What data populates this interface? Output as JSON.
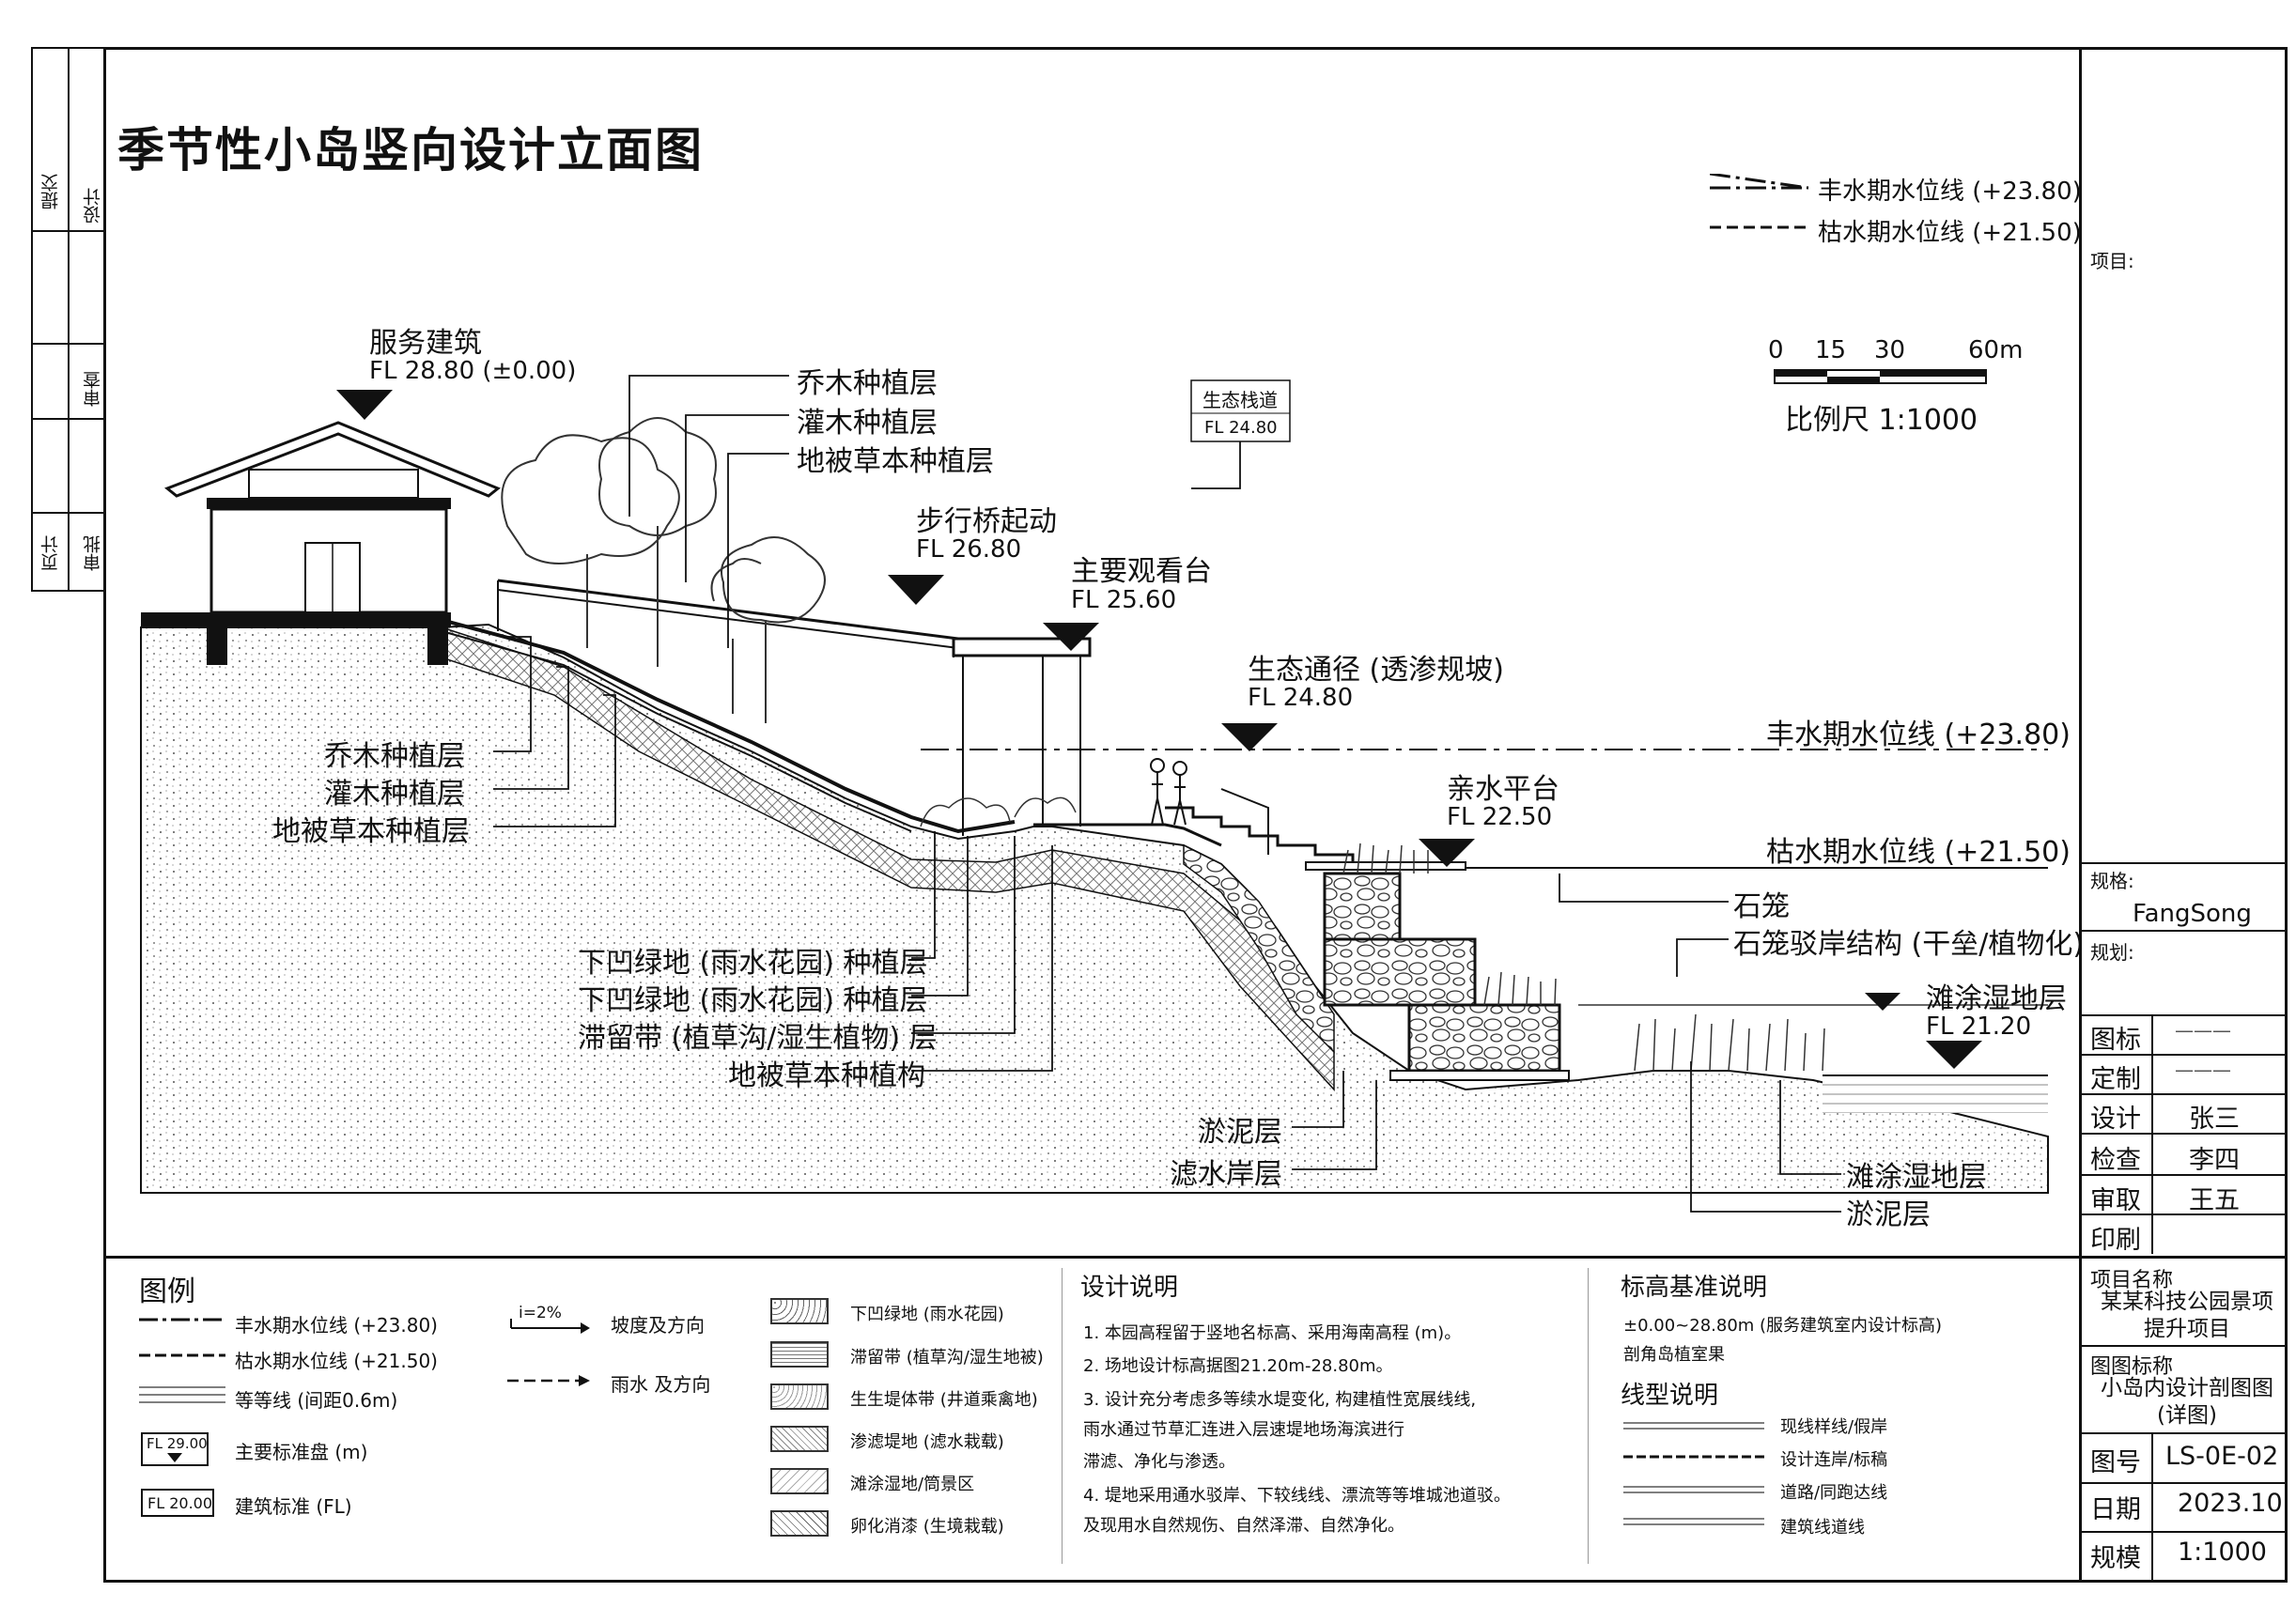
{
  "drawing": {
    "title": "季节性小岛竖向设计立面图"
  },
  "left_strip": {
    "labels": [
      "提交",
      "设计",
      "审查",
      "页计",
      "审批"
    ]
  },
  "top_legend": {
    "high_water": "丰水期水位线 (+23.80)",
    "low_water": "枯水期水位线 (+21.50)"
  },
  "scale_bar": {
    "ticks": [
      "0",
      "15",
      "30",
      "60m"
    ],
    "label": "比例尺 1:1000"
  },
  "section_labels": {
    "service_building": "服务建筑",
    "service_building_fl": "FL 28.80 (±0.00)",
    "tree_layer_top": "乔木种植层",
    "shrub_layer_top": "灌木种植层",
    "ground_layer_top": "地被草本种植层",
    "small_tag_title": "生态栈道",
    "small_tag_fl": "FL 24.80",
    "bridge_start": "步行桥起动",
    "bridge_start_fl": "FL 26.80",
    "main_platform": "主要观看台",
    "main_platform_fl": "FL 25.60",
    "eco_path": "生态通径 (透渗规坡)",
    "eco_path_fl": "FL 24.80",
    "high_water_line": "丰水期水位线 (+23.80)",
    "waterfront_platform": "亲水平台",
    "waterfront_platform_fl": "FL 22.50",
    "low_water_line": "枯水期水位线 (+21.50)",
    "gabion": "石笼",
    "gabion_structure": "石笼驳岸结构 (干垒/植物化)",
    "beach_wetland": "滩涂湿地层",
    "beach_wetland_fl": "FL 21.20",
    "tree_layer_left": "乔木种植层",
    "shrub_layer_left": "灌木种植层",
    "ground_layer_left": "地被草本种植层",
    "sunken_1": "下凹绿地 (雨水花园) 种植层",
    "sunken_2": "下凹绿地 (雨水花园) 种植层",
    "swale": "滞留带 (植草沟/湿生植物) 层",
    "ground_structure": "地被草本种植构",
    "silt_layer": "淤泥层",
    "filter_layer": "滤水岸层",
    "beach_wetland_bottom": "滩涂湿地层",
    "silt_layer_bottom": "淤泥层"
  },
  "legend": {
    "heading": "图例",
    "items_left": [
      "丰水期水位线 (+23.80)",
      "枯水期水位线 (+21.50)",
      "等等线 (间距0.6m)",
      "主要标准盘 (m)",
      "建筑标准 (FL)"
    ],
    "marker_fl1": "FL 29.00",
    "marker_fl2": "FL 20.00",
    "slope_mark": "i=2%",
    "items_mid": [
      "坡度及方向",
      "雨水  及方向"
    ],
    "items_hatch": [
      "下凹绿地 (雨水花园)",
      "滞留带 (植草沟/湿生地被)",
      "生生堤体带 (井道乘禽地)",
      "渗滤堤地 (滤水栽载)",
      "滩涂湿地/筒景区",
      "卵化消漆 (生境栽载)"
    ]
  },
  "design_notes": {
    "heading": "设计说明",
    "items": [
      "1. 本园高程留于竖地名标高、采用海南高程 (m)。",
      "2. 场地设计标高据图21.20m-28.80m。",
      "3. 设计充分考虑多等续水堤变化, 构建植性宽展线线,",
      "   雨水通过节草汇连进入层速堤地场海滨进行",
      "   滞滤、净化与渗透。",
      "4. 堤地采用通水驳岸、下较线线、漂流等等堆城池道驳。",
      "   及现用水自然规伤、自然泽滞、自然净化。"
    ]
  },
  "elevation_notes": {
    "heading": "标高基准说明",
    "text1": "±0.00~28.80m (服务建筑室内设计标高)",
    "text2": "剖角岛植室果",
    "line_heading": "线型说明",
    "lines": [
      "现线样线/假岸",
      "设计连岸/标稿",
      "道路/同跑达线",
      "建筑线道线"
    ]
  },
  "title_block": {
    "project_label": "项目:",
    "spec_label": "规格:",
    "spec_value": "FangSong",
    "rule_label": "规划:",
    "rows": [
      {
        "k": "图标",
        "v": "———"
      },
      {
        "k": "定制",
        "v": "———"
      },
      {
        "k": "设计",
        "v": "张三"
      },
      {
        "k": "检查",
        "v": "李四"
      },
      {
        "k": "审取",
        "v": "王五"
      },
      {
        "k": "印刷",
        "v": ""
      }
    ],
    "project_name_label": "项目名称",
    "project_name": "某某科技公园景项提升项目",
    "drawing_name_label": "图图标称",
    "drawing_name": "小岛内设计剖图图(详图)",
    "drawing_no_label": "图号",
    "drawing_no": "LS-0E-02",
    "date_label": "日期",
    "date": "2023.10",
    "scale_label": "规模",
    "scale": "1:1000"
  }
}
